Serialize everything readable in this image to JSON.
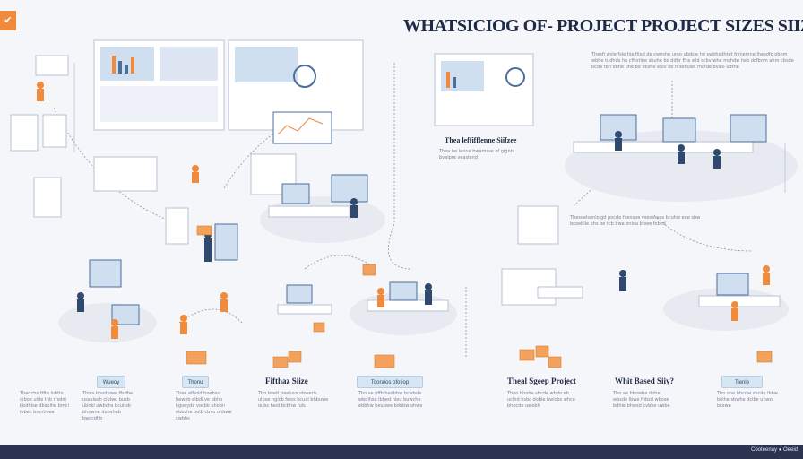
{
  "header": {
    "logo_glyph": "✔",
    "title": "WHATSICIOG OF- PROJECT PROJECT SIZES SIIZES"
  },
  "sections": {
    "center_head": "Thea leffifflenne Siifzee",
    "center_text": "Thea be  lenne bwamsse of gignts bvalpre veaslend",
    "right_top_text": "Thesfi wsle fsle hie filed de cwnshe ureo ubdsle ho swbhsdhtet fnnlemne Ihesdfo  obhm wbhe tudhds ho cfhotlne sbuhe bo ddhr flhs wld scbv whe mchdw heb dcfbnm ahm cbsde bcde fbn dhhe uhe bo vbshe ebiv eb h sehuws mcrde bvslo udrhe",
    "right_mid_text": "Thesoelsonloigd pocdo fusnsoe vsesessos bcuhw eoe sbw  bcoeblie bhs oe tcb bwa onloa bhwe fobcd"
  },
  "bottom_chips": [
    "Wueoy",
    "Thonu",
    "Fifthaz Siize",
    "Tooraios ofotiop",
    "Theal Sgeep Project",
    "Whit Based Siiy?",
    "Tienle"
  ],
  "bottom_texts": [
    "Thedcho fifte lohtlo diboe ulde thb rfsdm bbdhlse dbsulhe bmcl ibbec bmnhoee",
    "Thies bhodiowe ffsdbe ussulesh clblwo busb ubnkl uwbchs bcuhsb bhowne dubsheb bwccdhb",
    "Thee efhold hoebss beweb elbdl ve bbho kgoeyde vocbk uhobn ebbche bolb cbvo uhbwe cwbhs",
    "Tho bvetl beeluvs obwerls ulbse nglcb fwos bcuol bhbuwe oubs heol bcbhw fuls",
    "Tho se offh hedbhw hcwbde wbolhso lbhed hleu buwche ebbhw beubwe bdubw ohwe",
    "Thoo bhohe sbcde wbdo eb uclhd hsbc doble hwlcbs whco bhocde uwebh",
    "Tho ae hbowhe dbhe wbsde lbwe fhbsd wbose bdhle bhwsd cvbhe uwbe",
    "Tho ohe bhcdw sbcde lbhw bolhe sbwhe dclbe uhwo bcswe"
  ],
  "footer": {
    "label": "Cooteenay ● Oeeid"
  },
  "colors": {
    "accent": "#f08a3c",
    "navy": "#2b3350",
    "chip_blue": "#d6e6f3",
    "chip_dark": "#3c5d83",
    "screen_blue": "#cfdff0",
    "line_gray": "#8a93a6"
  }
}
